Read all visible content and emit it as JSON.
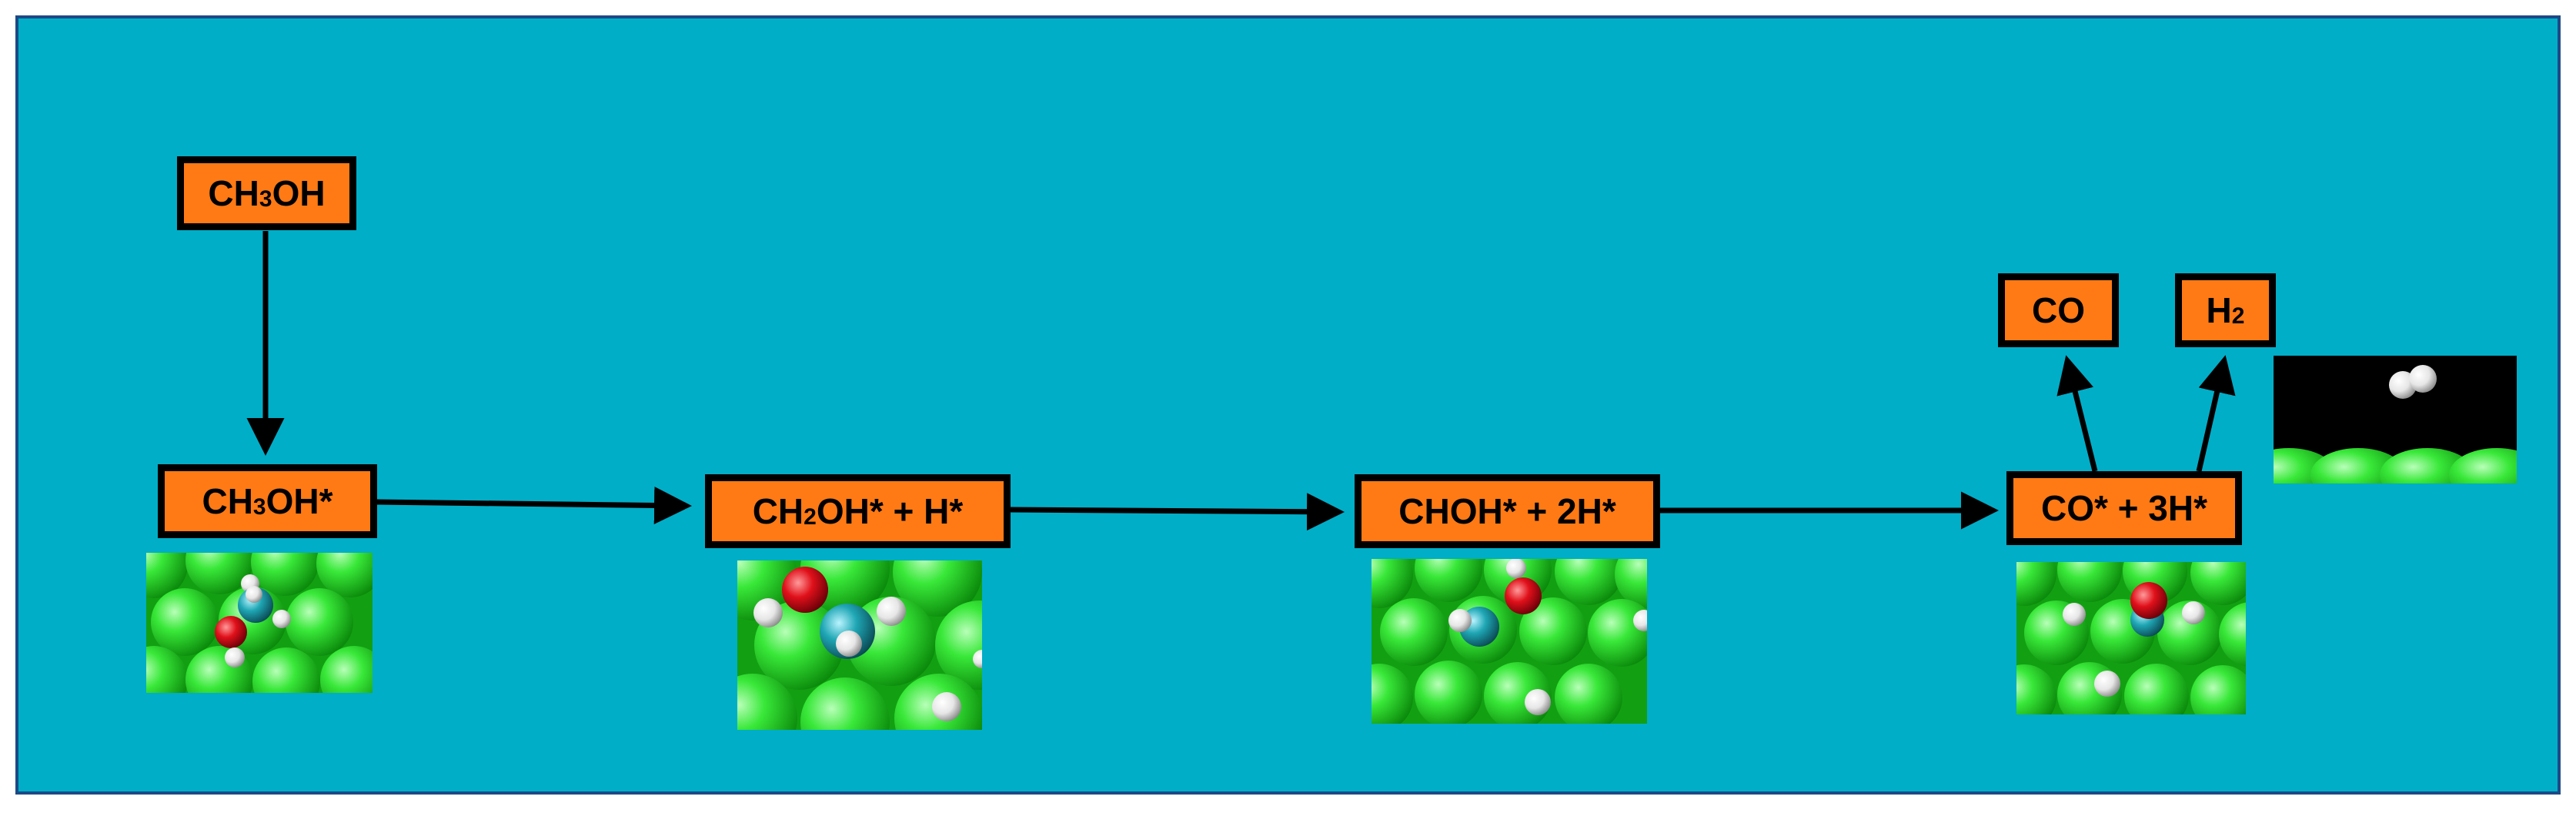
{
  "diagram": {
    "background_color": "#00aec8",
    "box_color": "#ff7a15",
    "nodes": {
      "ch3oh": {
        "pre": "CH",
        "sub": "3",
        "post": "OH"
      },
      "ch3oh_ads": {
        "pre": "CH",
        "sub": "3",
        "post": "OH*"
      },
      "ch2oh_h": {
        "pre": "CH",
        "sub": "2",
        "post": "OH* + H*"
      },
      "choh_2h": {
        "pre": "CHOH* + 2H*",
        "sub": "",
        "post": ""
      },
      "co_3h": {
        "pre": "CO* + 3H*",
        "sub": "",
        "post": ""
      },
      "co": {
        "pre": "CO",
        "sub": "",
        "post": ""
      },
      "h2": {
        "pre": "H",
        "sub": "2",
        "post": ""
      }
    },
    "edges": [
      [
        "CH3OH",
        "CH3OH*"
      ],
      [
        "CH3OH*",
        "CH2OH* + H*"
      ],
      [
        "CH2OH* + H*",
        "CHOH* + 2H*"
      ],
      [
        "CHOH* + 2H*",
        "CO* + 3H*"
      ],
      [
        "CO* + 3H*",
        "CO"
      ],
      [
        "CO* + 3H*",
        "H2"
      ]
    ],
    "atom_colors": {
      "surface": "#2ee02e",
      "carbon": "#1fa6b4",
      "oxygen": "#e0101a",
      "hydrogen": "#f4f4f4",
      "h2_background": "#000000"
    }
  }
}
